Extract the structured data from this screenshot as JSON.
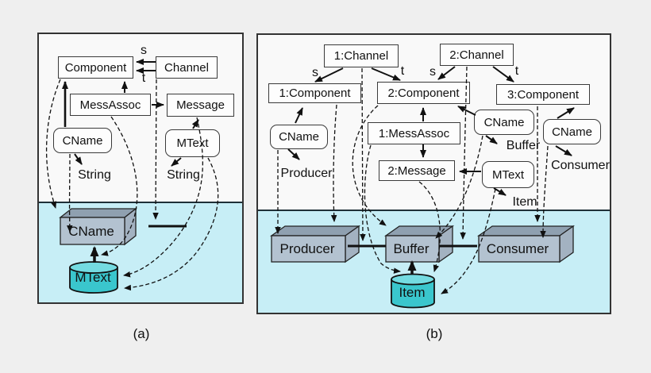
{
  "colors": {
    "cyan_region": "#c7eef6",
    "box3d_front": "#b3c2d0",
    "box3d_top": "#8fa0b0",
    "box3d_side": "#a3b2c1",
    "cylinder_body": "#3ac6cd",
    "cylinder_top": "#74dbe1"
  },
  "panel_a": {
    "caption": "(a)",
    "boxes": {
      "component": "Component",
      "channel": "Channel",
      "messassoc": "MessAssoc",
      "message": "Message",
      "cname": "CName",
      "mtext": "MText"
    },
    "labels": {
      "s": "s",
      "t": "t",
      "string_left": "String",
      "string_right": "String"
    },
    "instances": {
      "cname_box": "CName",
      "mtext_cylinder": "MText"
    }
  },
  "panel_b": {
    "caption": "(b)",
    "boxes": {
      "channel1": "1:Channel",
      "channel2": "2:Channel",
      "component1": "1:Component",
      "component2": "2:Component",
      "component3": "3:Component",
      "cname_left": "CName",
      "cname_mid": "CName",
      "cname_right": "CName",
      "messassoc1": "1:MessAssoc",
      "message2": "2:Message",
      "mtext": "MText"
    },
    "labels": {
      "s1": "s",
      "t1": "t",
      "s2": "s",
      "t2": "t",
      "producer": "Producer",
      "buffer": "Buffer",
      "consumer": "Consumer",
      "item": "Item"
    },
    "instances": {
      "producer_box": "Producer",
      "buffer_box": "Buffer",
      "consumer_box": "Consumer",
      "item_cylinder": "Item"
    }
  }
}
